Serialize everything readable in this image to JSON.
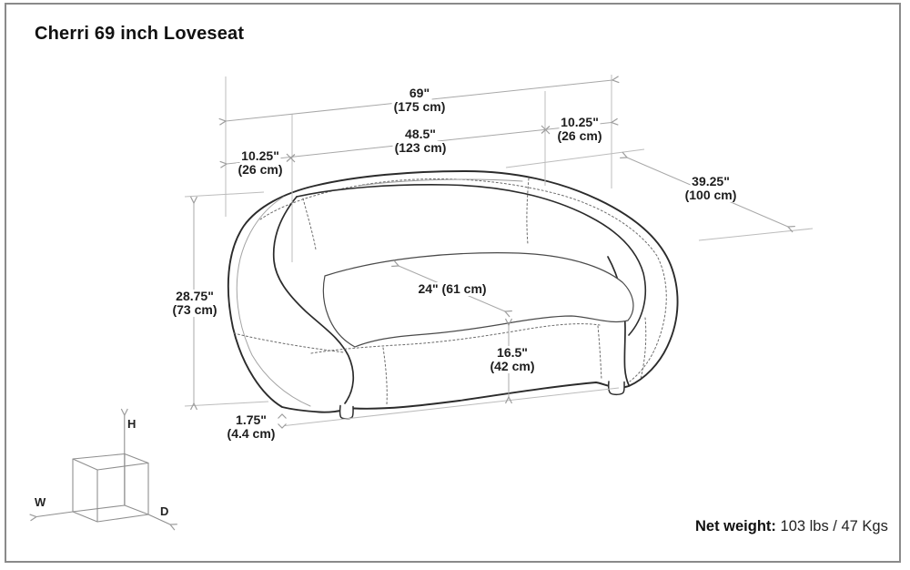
{
  "title": "Cherri 69 inch Loveseat",
  "dimensions": {
    "overall_width": {
      "in": "69\"",
      "cm": "(175 cm)"
    },
    "interior_width": {
      "in": "48.5\"",
      "cm": "(123 cm)"
    },
    "arm_width_left": {
      "in": "10.25\"",
      "cm": "(26 cm)"
    },
    "arm_width_right": {
      "in": "10.25\"",
      "cm": "(26 cm)"
    },
    "overall_depth": {
      "in": "39.25\"",
      "cm": "(100 cm)"
    },
    "overall_height": {
      "in": "28.75\"",
      "cm": "(73 cm)"
    },
    "seat_depth": {
      "combined": "24\" (61 cm)"
    },
    "seat_height": {
      "in": "16.5\"",
      "cm": "(42 cm)"
    },
    "leg_height": {
      "in": "1.75\"",
      "cm": "(4.4 cm)"
    }
  },
  "orientation_cube": {
    "width_axis": "W",
    "height_axis": "H",
    "depth_axis": "D"
  },
  "net_weight": {
    "label": "Net weight:",
    "value": "103 lbs / 47 Kgs"
  },
  "colors": {
    "outline": "#2b2b2b",
    "dimension_line": "#a8a8a8",
    "border": "#8a8a8a"
  }
}
